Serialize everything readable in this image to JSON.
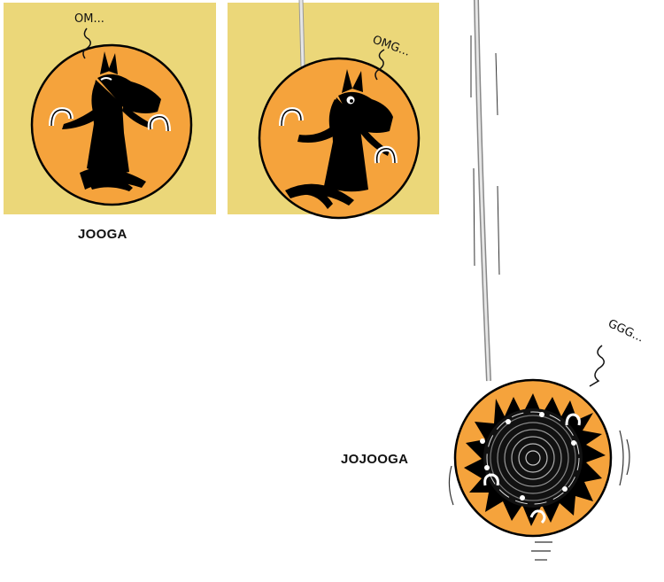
{
  "captions": {
    "panel_pair": "JOOGA",
    "spinning": "JOJOOGA"
  },
  "speech": {
    "first": "OM...",
    "second": "OMG...",
    "third": "GGG..."
  },
  "colors": {
    "panel_background": "#ebd779",
    "disc_orange": "#f5a33c",
    "silhouette": "#000000",
    "string": "#cfcfcf"
  }
}
